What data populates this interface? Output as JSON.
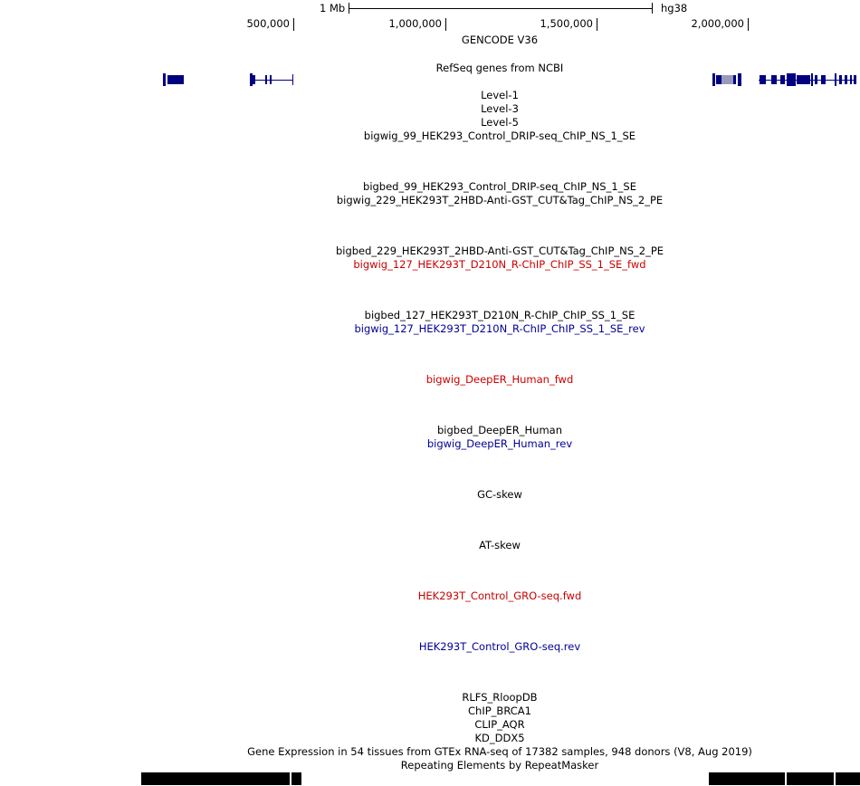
{
  "ruler": {
    "scale_label": "1 Mb",
    "assembly": "hg38",
    "ticks": [
      "500,000",
      "1,000,000",
      "1,500,000",
      "2,000,000"
    ]
  },
  "tracks": [
    {
      "label": "GENCODE V36",
      "color": "#000000"
    },
    {
      "label": "RefSeq genes from NCBI",
      "color": "#000000"
    },
    {
      "label": "Level-1",
      "color": "#000000"
    },
    {
      "label": "Level-3",
      "color": "#000000"
    },
    {
      "label": "Level-5",
      "color": "#000000"
    },
    {
      "label": "bigwig_99_HEK293_Control_DRIP-seq_ChIP_NS_1_SE",
      "color": "#000000"
    },
    {
      "label": "bigbed_99_HEK293_Control_DRIP-seq_ChIP_NS_1_SE",
      "color": "#000000"
    },
    {
      "label": "bigwig_229_HEK293T_2HBD-Anti-GST_CUT&Tag_ChIP_NS_2_PE",
      "color": "#000000"
    },
    {
      "label": "bigbed_229_HEK293T_2HBD-Anti-GST_CUT&Tag_ChIP_NS_2_PE",
      "color": "#000000"
    },
    {
      "label": "bigwig_127_HEK293T_D210N_R-ChIP_ChIP_SS_1_SE_fwd",
      "color": "#cc0000"
    },
    {
      "label": "bigbed_127_HEK293T_D210N_R-ChIP_ChIP_SS_1_SE",
      "color": "#000000"
    },
    {
      "label": "bigwig_127_HEK293T_D210N_R-ChIP_ChIP_SS_1_SE_rev",
      "color": "#000099"
    },
    {
      "label": "bigwig_DeepER_Human_fwd",
      "color": "#cc0000"
    },
    {
      "label": "bigbed_DeepER_Human",
      "color": "#000000"
    },
    {
      "label": "bigwig_DeepER_Human_rev",
      "color": "#000099"
    },
    {
      "label": "GC-skew",
      "color": "#000000"
    },
    {
      "label": "AT-skew",
      "color": "#000000"
    },
    {
      "label": "HEK293T_Control_GRO-seq.fwd",
      "color": "#cc0000"
    },
    {
      "label": "HEK293T_Control_GRO-seq.rev",
      "color": "#000099"
    },
    {
      "label": "RLFS_RloopDB",
      "color": "#000000"
    },
    {
      "label": "ChIP_BRCA1",
      "color": "#000000"
    },
    {
      "label": "CLIP_AQR",
      "color": "#000000"
    },
    {
      "label": "KD_DDX5",
      "color": "#000000"
    },
    {
      "label": "Gene Expression in 54 tissues from GTEx RNA-seq of 17382 samples, 948 donors (V8, Aug 2019)",
      "color": "#000000"
    },
    {
      "label": "Repeating Elements by RepeatMasker",
      "color": "#000000"
    }
  ]
}
